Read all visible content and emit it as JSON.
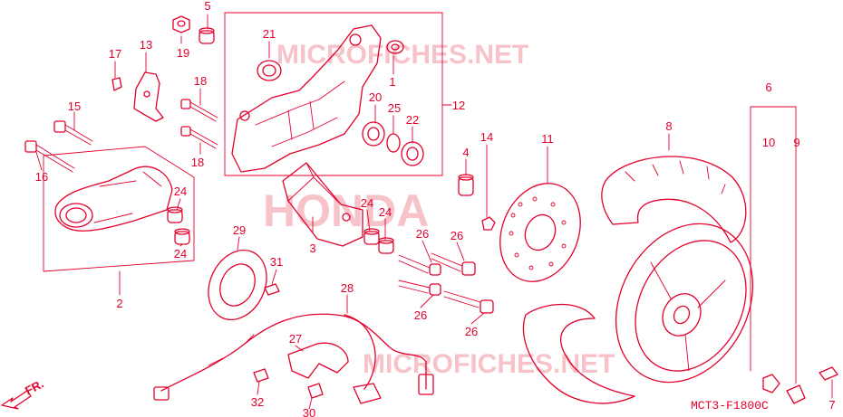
{
  "diagram": {
    "code": "MCT3-F1800C",
    "direction_label": "FR.",
    "watermarks": {
      "site": "MICROFICHES.NET",
      "brand": "HONDA"
    },
    "callouts": [
      {
        "id": "c5",
        "text": "5"
      },
      {
        "id": "c19",
        "text": "19"
      },
      {
        "id": "c21",
        "text": "21"
      },
      {
        "id": "c1",
        "text": "1"
      },
      {
        "id": "c17",
        "text": "17"
      },
      {
        "id": "c13",
        "text": "13"
      },
      {
        "id": "c18a",
        "text": "18"
      },
      {
        "id": "c18b",
        "text": "18"
      },
      {
        "id": "c15",
        "text": "15"
      },
      {
        "id": "c16",
        "text": "16"
      },
      {
        "id": "c24a",
        "text": "24"
      },
      {
        "id": "c24b",
        "text": "24"
      },
      {
        "id": "c2",
        "text": "2"
      },
      {
        "id": "c20",
        "text": "20"
      },
      {
        "id": "c25",
        "text": "25"
      },
      {
        "id": "c22",
        "text": "22"
      },
      {
        "id": "c12",
        "text": "12"
      },
      {
        "id": "c4",
        "text": "4"
      },
      {
        "id": "c14",
        "text": "14"
      },
      {
        "id": "c11",
        "text": "11"
      },
      {
        "id": "c8",
        "text": "8"
      },
      {
        "id": "c6",
        "text": "6"
      },
      {
        "id": "c10",
        "text": "10"
      },
      {
        "id": "c9",
        "text": "9"
      },
      {
        "id": "c3",
        "text": "3"
      },
      {
        "id": "c24c",
        "text": "24"
      },
      {
        "id": "c24d",
        "text": "24"
      },
      {
        "id": "c26a",
        "text": "26"
      },
      {
        "id": "c26b",
        "text": "26"
      },
      {
        "id": "c26c",
        "text": "26"
      },
      {
        "id": "c26d",
        "text": "26"
      },
      {
        "id": "c29",
        "text": "29"
      },
      {
        "id": "c31",
        "text": "31"
      },
      {
        "id": "c28",
        "text": "28"
      },
      {
        "id": "c27",
        "text": "27"
      },
      {
        "id": "c32",
        "text": "32"
      },
      {
        "id": "c30",
        "text": "30"
      },
      {
        "id": "c7",
        "text": "7"
      }
    ]
  }
}
